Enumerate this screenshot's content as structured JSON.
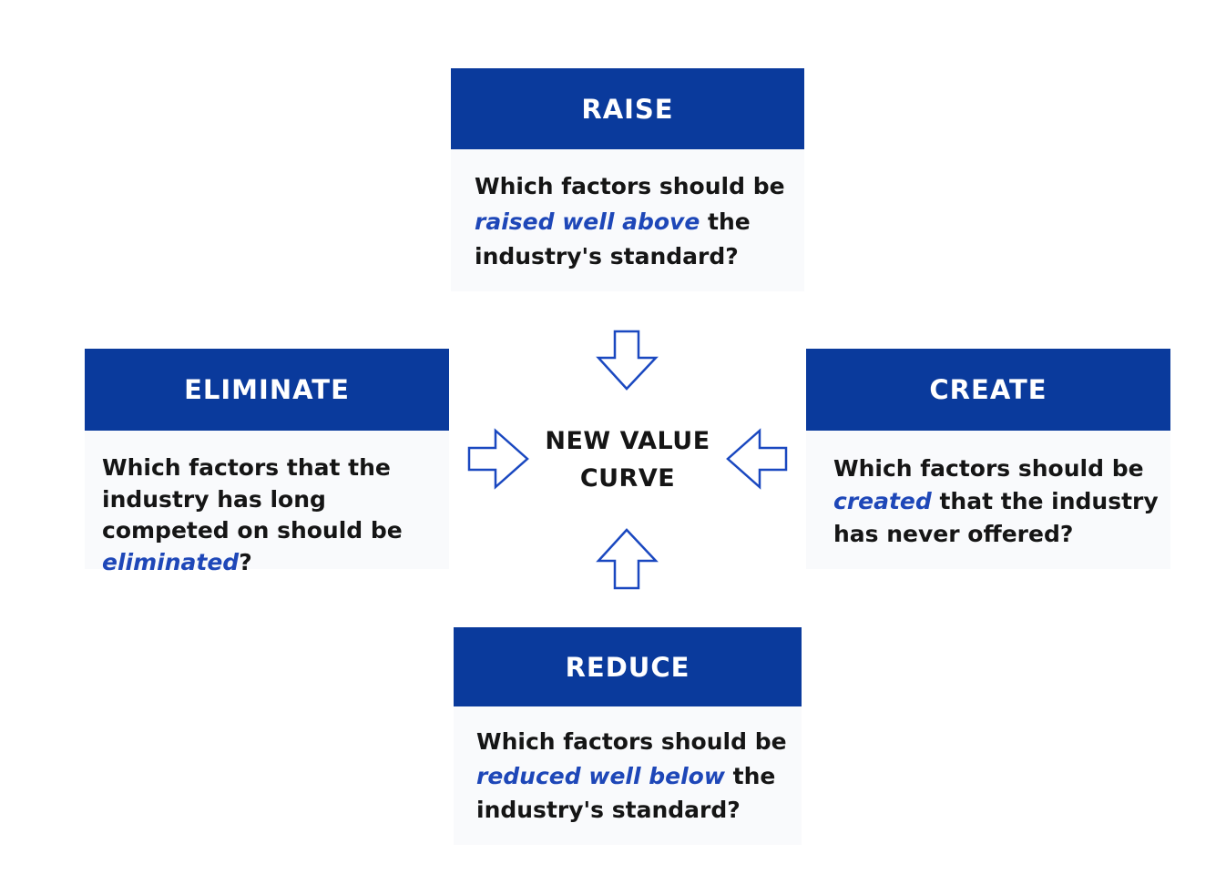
{
  "center": {
    "line1": "NEW VALUE",
    "line2": "CURVE"
  },
  "raise": {
    "title": "RAISE",
    "text_before": "Which factors should be ",
    "emphasis": "raised well above",
    "text_after": " the industry's standard?"
  },
  "eliminate": {
    "title": "ELIMINATE",
    "text_before": "Which factors that the industry has long competed on should be ",
    "emphasis": "eliminated",
    "text_after": "?"
  },
  "create": {
    "title": "CREATE",
    "text_before": "Which factors should be ",
    "emphasis": "created",
    "text_after": " that the industry has never offered?"
  },
  "reduce": {
    "title": "REDUCE",
    "text_before": "Which factors should be ",
    "emphasis": "reduced well below",
    "text_after": " the industry's standard?"
  },
  "colors": {
    "header_bg": "#0a3a9c",
    "emphasis": "#1e47b8",
    "arrow_stroke": "#1a48c0",
    "body_bg": "#f9fafc"
  },
  "icons": {
    "top_arrow": "arrow-down-icon",
    "left_arrow": "arrow-right-icon",
    "right_arrow": "arrow-left-icon",
    "bottom_arrow": "arrow-up-icon"
  }
}
